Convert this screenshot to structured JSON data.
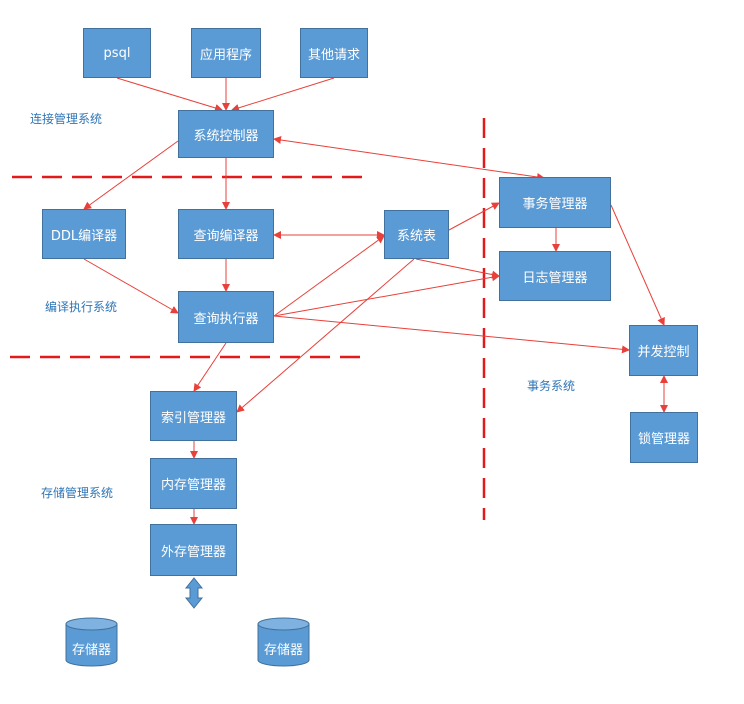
{
  "boxes": {
    "psql": "psql",
    "app": "应用程序",
    "other_requests": "其他请求",
    "system_controller": "系统控制器",
    "ddl_compiler": "DDL编译器",
    "query_compiler": "查询编译器",
    "system_table": "系统表",
    "transaction_manager": "事务管理器",
    "log_manager": "日志管理器",
    "query_executor": "查询执行器",
    "concurrency_control": "并发控制",
    "index_manager": "索引管理器",
    "lock_manager": "锁管理器",
    "memory_manager": "内存管理器",
    "external_storage_manager": "外存管理器"
  },
  "storage": [
    "存储器",
    "存储器"
  ],
  "section_labels": {
    "connection": "连接管理系统",
    "compile_exec": "编译执行系统",
    "transaction": "事务系统",
    "storage": "存储管理系统"
  },
  "colors": {
    "box_fill": "#5b9bd5",
    "box_border": "#41719c",
    "arrow": "#e8403a",
    "dashed_divider": "#e31a1a",
    "label_text": "#2e75b6"
  }
}
